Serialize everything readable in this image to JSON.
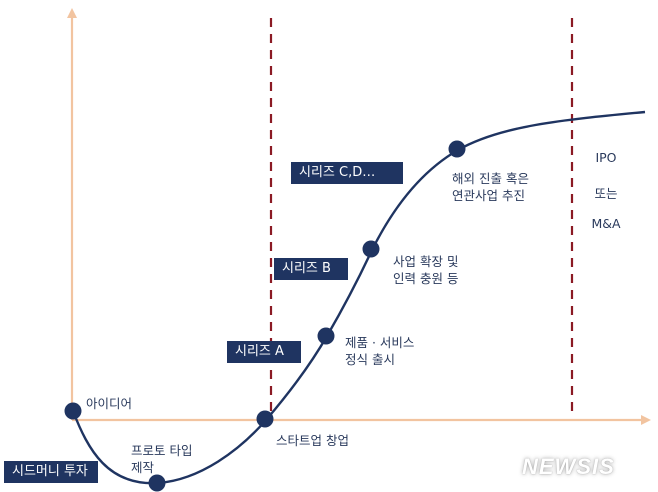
{
  "colors": {
    "axis": "#f2c4a0",
    "curve": "#1f3461",
    "dot": "#1f3461",
    "divider": "#8b1a24",
    "box_bg": "#1f3461",
    "box_text": "#ffffff",
    "label_text": "#2a3a5c"
  },
  "stages": [
    {
      "id": "idea",
      "label": "아이디어"
    },
    {
      "id": "prototype",
      "label_line1": "프로토 타입",
      "label_line2": "제작"
    },
    {
      "id": "startup",
      "label": "스타트업 창업"
    },
    {
      "id": "launch",
      "label_line1": "제품 · 서비스",
      "label_line2": "정식 출시"
    },
    {
      "id": "expansion",
      "label_line1": "사업 확장 및",
      "label_line2": "인력 충원 등"
    },
    {
      "id": "overseas",
      "label_line1": "해외 진출 혹은",
      "label_line2": "연관사업 추진"
    }
  ],
  "funding_rounds": [
    {
      "id": "seed",
      "label": "시드머니 투자"
    },
    {
      "id": "series_a",
      "label": "시리즈 A"
    },
    {
      "id": "series_b",
      "label": "시리즈 B"
    },
    {
      "id": "series_cd",
      "label": "시리즈 C,D…"
    }
  ],
  "exit": {
    "line1": "IPO",
    "line2": "또는",
    "line3": "M&A"
  },
  "watermark": "NEWSIS"
}
